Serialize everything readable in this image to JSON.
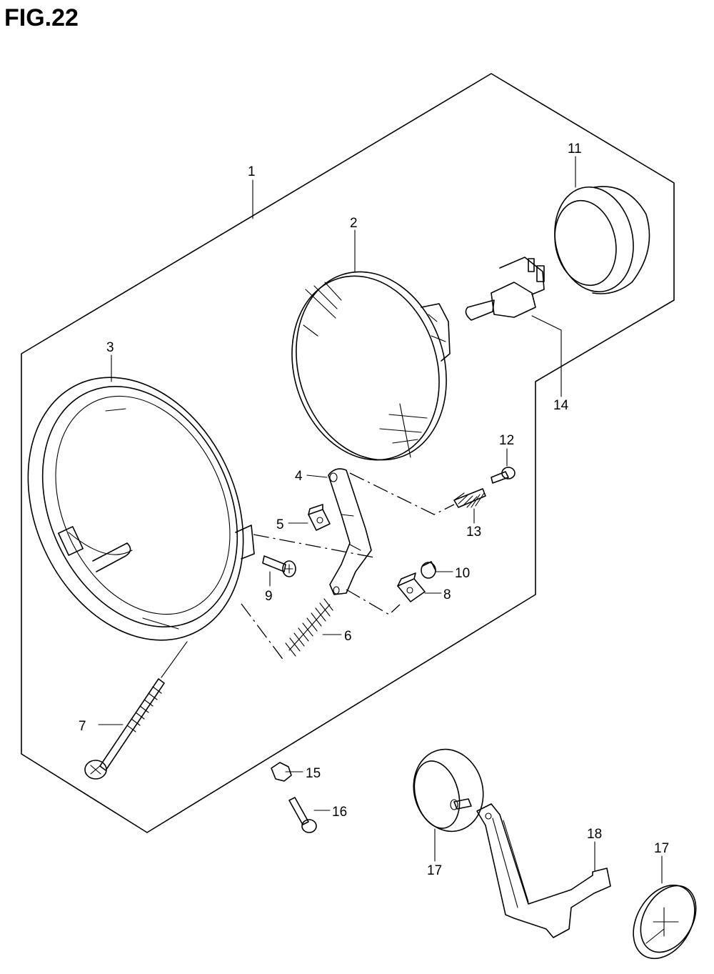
{
  "figure_title": "FIG.22",
  "callouts": {
    "c1": "1",
    "c2": "2",
    "c3": "3",
    "c4": "4",
    "c5": "5",
    "c6": "6",
    "c7": "7",
    "c8": "8",
    "c9": "9",
    "c10": "10",
    "c11": "11",
    "c12": "12",
    "c13": "13",
    "c14": "14",
    "c15": "15",
    "c16": "16",
    "c17a": "17",
    "c17b": "17",
    "c18": "18"
  }
}
